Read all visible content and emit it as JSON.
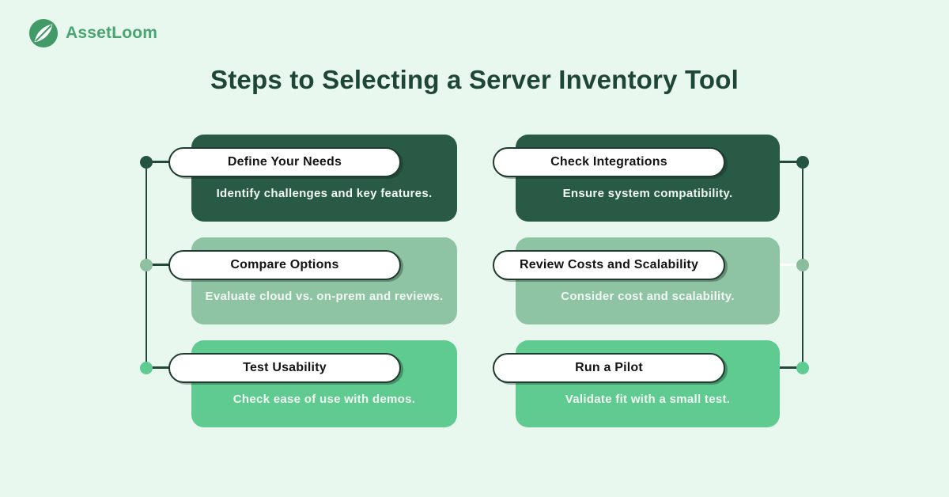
{
  "logo": {
    "text": "AssetLoom",
    "icon": "leaf-icon"
  },
  "title": "Steps to Selecting a Server Inventory Tool",
  "colors": {
    "background": "#e9f8ef",
    "title_text": "#1e4637",
    "logo_green": "#4aa471",
    "connector_line": "#24493a",
    "pill_border": "#1e3b2e",
    "pill_background": "#ffffff",
    "pill_text": "#141414",
    "description_text": "#f2f8f3",
    "dark_card": "#295a45",
    "sage_card": "#8ec3a3",
    "bright_card": "#5fcb90",
    "light_stub": "#fafdfb"
  },
  "steps": [
    {
      "label": "Define Your Needs",
      "description": "Identify challenges and key features.",
      "card_color": "#295a45",
      "dot_color": "#265443"
    },
    {
      "label": "Check Integrations",
      "description": "Ensure system compatibility.",
      "card_color": "#295a45",
      "dot_color": "#265443"
    },
    {
      "label": "Compare Options",
      "description": "Evaluate cloud vs. on-prem and reviews.",
      "card_color": "#8ec3a3",
      "dot_color": "#8fc0a2"
    },
    {
      "label": "Review Costs and Scalability",
      "description": "Consider cost and scalability.",
      "card_color": "#8ec3a3",
      "dot_color": "#8abd9e"
    },
    {
      "label": "Test Usability",
      "description": "Check ease of use with demos.",
      "card_color": "#5fcb90",
      "dot_color": "#5ecb90"
    },
    {
      "label": "Run a Pilot",
      "description": "Validate fit with a small test.",
      "card_color": "#5fcb90",
      "dot_color": "#5ecb90"
    }
  ]
}
